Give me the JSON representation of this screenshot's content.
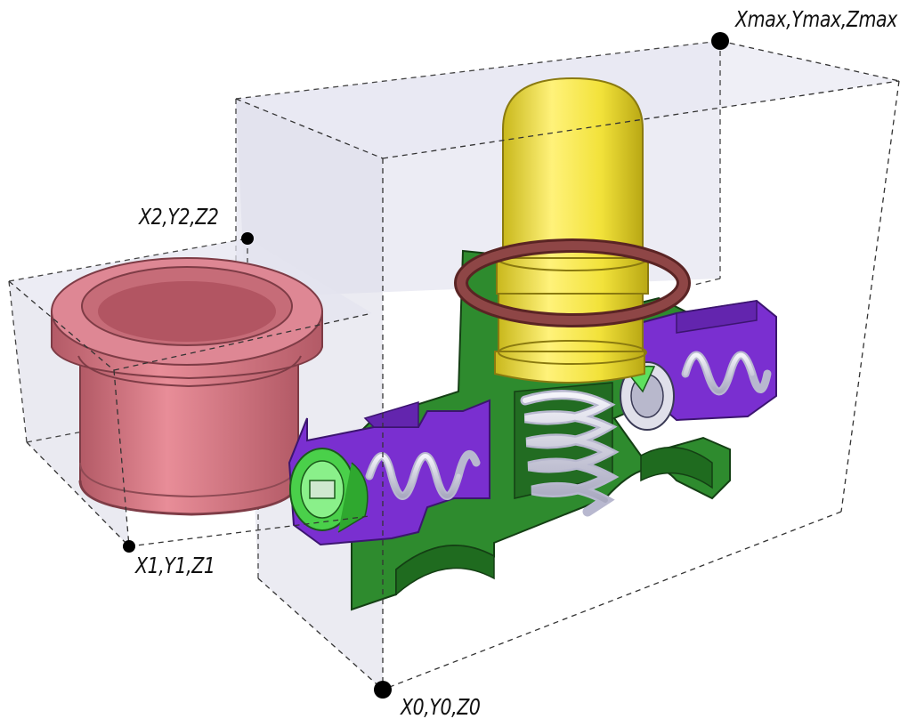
{
  "labels": {
    "max_corner": "Xmax,Ymax,Zmax",
    "corner_2": "X2,Y2,Z2",
    "corner_1": "X1,Y1,Z1",
    "origin": "X0,Y0,Z0"
  },
  "colors": {
    "box_fill": "#dcdcea",
    "box_edge": "#333333",
    "housing": "#2e8b2e",
    "housing_dark": "#1c5c1c",
    "plunger": "#f2e23a",
    "plunger_shade": "#c9b81c",
    "ring": "#7a3a3a",
    "coupler": "#d97a86",
    "coupler_dark": "#b35a66",
    "insert": "#7a2fd0",
    "spring": "#d8d8e8",
    "valve": "#5ee05e",
    "dot": "#000000"
  }
}
